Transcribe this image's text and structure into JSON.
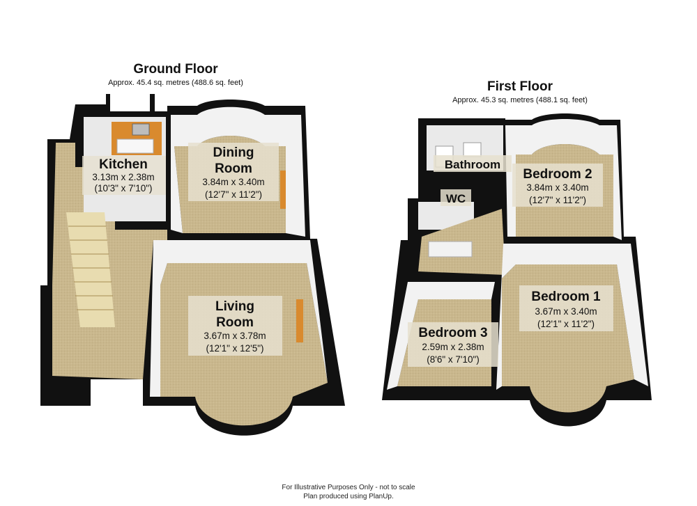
{
  "ground_floor": {
    "title": "Ground Floor",
    "area": "Approx. 45.4 sq. metres (488.6 sq. feet)",
    "rooms": {
      "kitchen": {
        "name": "Kitchen",
        "metric": "3.13m x 2.38m",
        "imperial": "(10'3\" x 7'10\")"
      },
      "dining": {
        "name_line1": "Dining",
        "name_line2": "Room",
        "metric": "3.84m x 3.40m",
        "imperial": "(12'7\" x 11'2\")"
      },
      "living": {
        "name_line1": "Living",
        "name_line2": "Room",
        "metric": "3.67m x 3.78m",
        "imperial": "(12'1\" x 12'5\")"
      }
    }
  },
  "first_floor": {
    "title": "First Floor",
    "area": "Approx. 45.3 sq. metres (488.1 sq. feet)",
    "rooms": {
      "bathroom": {
        "name": "Bathroom"
      },
      "wc": {
        "name": "WC"
      },
      "bedroom2": {
        "name": "Bedroom 2",
        "metric": "3.84m x 3.40m",
        "imperial": "(12'7\" x 11'2\")"
      },
      "bedroom1": {
        "name": "Bedroom 1",
        "metric": "3.67m x 3.40m",
        "imperial": "(12'1\" x 11'2\")"
      },
      "bedroom3": {
        "name": "Bedroom 3",
        "metric": "2.59m x 2.38m",
        "imperial": "(8'6\" x 7'10\")"
      }
    }
  },
  "footer": {
    "line1": "For Illustrative Purposes Only - not to scale",
    "line2": "Plan produced using PlanUp."
  },
  "colors": {
    "floor": "#c8b68c",
    "wall_dark": "#111111",
    "wall_inner": "#f2f2f2",
    "label_bg": "#e6e0cf",
    "kitchen_units": "#d98a2e"
  }
}
